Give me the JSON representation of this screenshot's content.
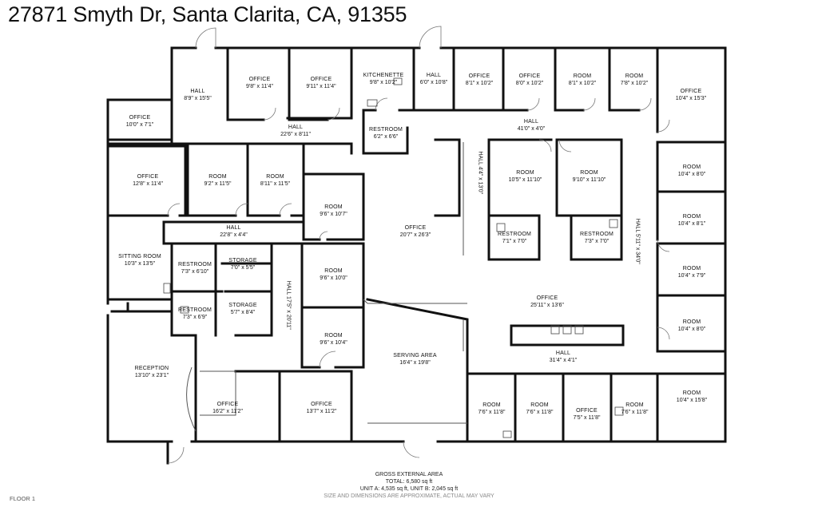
{
  "title": "27871 Smyth Dr, Santa Clarita, CA, 91355",
  "floor_label": "FLOOR 1",
  "footer": {
    "area_title": "GROSS EXTERNAL AREA",
    "total": "TOTAL: 6,580 sq ft",
    "units": "UNIT A: 4,535 sq ft, UNIT B: 2,045 sq ft",
    "disclaimer": "SIZE AND DIMENSIONS ARE APPROXIMATE, ACTUAL MAY VARY"
  },
  "rooms": [
    {
      "id": "hall-nw",
      "name": "HALL",
      "dims": "8'9\" x 15'5\""
    },
    {
      "id": "office-1",
      "name": "OFFICE",
      "dims": "9'8\" x 11'4\""
    },
    {
      "id": "office-2",
      "name": "OFFICE",
      "dims": "9'11\" x 11'4\""
    },
    {
      "id": "kitchenette",
      "name": "KITCHENETTE",
      "dims": "9'8\" x 10'2\""
    },
    {
      "id": "hall-n",
      "name": "HALL",
      "dims": "6'0\" x 10'8\""
    },
    {
      "id": "office-3",
      "name": "OFFICE",
      "dims": "8'1\" x 10'2\""
    },
    {
      "id": "office-4",
      "name": "OFFICE",
      "dims": "8'0\" x 10'2\""
    },
    {
      "id": "room-n1",
      "name": "ROOM",
      "dims": "8'1\" x 10'2\""
    },
    {
      "id": "room-n2",
      "name": "ROOM",
      "dims": "7'8\" x 10'2\""
    },
    {
      "id": "office-ne",
      "name": "OFFICE",
      "dims": "10'4\" x 15'3\""
    },
    {
      "id": "office-w",
      "name": "OFFICE",
      "dims": "10'0\" x 7'1\""
    },
    {
      "id": "hall-main",
      "name": "HALL",
      "dims": "22'6\" x 8'11\""
    },
    {
      "id": "restroom-c",
      "name": "RESTROOM",
      "dims": "6'2\" x 6'6\""
    },
    {
      "id": "hall-e",
      "name": "HALL",
      "dims": "41'0\" x 4'0\""
    },
    {
      "id": "office-5",
      "name": "OFFICE",
      "dims": "12'8\" x 11'4\""
    },
    {
      "id": "room-a",
      "name": "ROOM",
      "dims": "9'2\" x 11'5\""
    },
    {
      "id": "room-b",
      "name": "ROOM",
      "dims": "8'11\" x 11'5\""
    },
    {
      "id": "room-c",
      "name": "ROOM",
      "dims": "9'6\" x 10'7\""
    },
    {
      "id": "room-d",
      "name": "ROOM",
      "dims": "10'5\" x 11'10\""
    },
    {
      "id": "room-e",
      "name": "ROOM",
      "dims": "9'10\" x 11'10\""
    },
    {
      "id": "room-e1",
      "name": "ROOM",
      "dims": "10'4\" x 8'0\""
    },
    {
      "id": "room-e2",
      "name": "ROOM",
      "dims": "10'4\" x 8'1\""
    },
    {
      "id": "hall-mid",
      "name": "HALL",
      "dims": "22'8\" x 4'4\""
    },
    {
      "id": "office-big",
      "name": "OFFICE",
      "dims": "20'7\" x 26'3\""
    },
    {
      "id": "restroom-d1",
      "name": "RESTROOM",
      "dims": "7'1\" x 7'0\""
    },
    {
      "id": "restroom-d2",
      "name": "RESTROOM",
      "dims": "7'3\" x 7'0\""
    },
    {
      "id": "sitting",
      "name": "SITTING ROOM",
      "dims": "10'3\" x 13'5\""
    },
    {
      "id": "restroom-w1",
      "name": "RESTROOM",
      "dims": "7'3\" x 6'10\""
    },
    {
      "id": "storage-1",
      "name": "STORAGE",
      "dims": "7'0\" x 5'5\""
    },
    {
      "id": "room-f",
      "name": "ROOM",
      "dims": "9'6\" x 10'0\""
    },
    {
      "id": "room-e3",
      "name": "ROOM",
      "dims": "10'4\" x 7'9\""
    },
    {
      "id": "office-6",
      "name": "OFFICE",
      "dims": "25'11\" x 13'6\""
    },
    {
      "id": "restroom-w2",
      "name": "RESTROOM",
      "dims": "7'3\" x 6'9\""
    },
    {
      "id": "storage-2",
      "name": "STORAGE",
      "dims": "5'7\" x 8'4\""
    },
    {
      "id": "room-e4",
      "name": "ROOM",
      "dims": "10'4\" x 8'0\""
    },
    {
      "id": "room-g",
      "name": "ROOM",
      "dims": "9'6\" x 10'4\""
    },
    {
      "id": "reception",
      "name": "RECEPTION",
      "dims": "13'10\" x 23'1\""
    },
    {
      "id": "serving",
      "name": "SERVING AREA",
      "dims": "16'4\" x 19'8\""
    },
    {
      "id": "hall-s",
      "name": "HALL",
      "dims": "31'4\" x 4'1\""
    },
    {
      "id": "office-7",
      "name": "OFFICE",
      "dims": "16'2\" x 11'2\""
    },
    {
      "id": "office-8",
      "name": "OFFICE",
      "dims": "13'7\" x 11'2\""
    },
    {
      "id": "room-s1",
      "name": "ROOM",
      "dims": "7'6\" x 11'8\""
    },
    {
      "id": "room-s2",
      "name": "ROOM",
      "dims": "7'6\" x 11'8\""
    },
    {
      "id": "office-s",
      "name": "OFFICE",
      "dims": "7'5\" x 11'8\""
    },
    {
      "id": "room-s3",
      "name": "ROOM",
      "dims": "7'6\" x 11'8\""
    },
    {
      "id": "room-se",
      "name": "ROOM",
      "dims": "10'4\" x 15'8\""
    }
  ],
  "vertical_labels": [
    {
      "id": "hall-v1",
      "text": "HALL 4'4\" x 13'0\""
    },
    {
      "id": "hall-v2",
      "text": "HALL 17'5\" x 20'11\""
    },
    {
      "id": "hall-v3",
      "text": "HALL 5'11\" x 34'0\""
    }
  ]
}
